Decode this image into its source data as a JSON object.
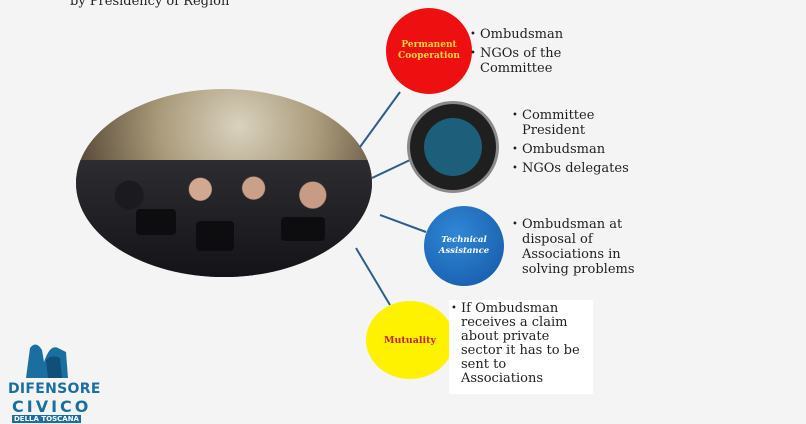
{
  "header": {
    "partial_text": "by Presidency of Region"
  },
  "nodes": [
    {
      "label": "Permanent Cooperation",
      "items": [
        "Ombudsman",
        "NGOs of the Committee"
      ]
    },
    {
      "label": "",
      "icon": "round-table-meeting-icon",
      "items": [
        "Committee President",
        "Ombudsman",
        "NGOs delegates"
      ]
    },
    {
      "label": "Technical Assistance",
      "items": [
        "Ombudsman at disposal of Associations in solving problems"
      ]
    },
    {
      "label": "Mutuality",
      "items": [
        "If Ombudsman receives a claim about private sector it has to be sent to Associations"
      ]
    }
  ],
  "logo": {
    "line1": "DIFENSORE",
    "line2": "CIVICO",
    "line3": "DELLA TOSCANA"
  },
  "colors": {
    "red": "#ee1010",
    "blue": "#1556a5",
    "yellow": "#fff200",
    "connector": "#2e5d8a"
  }
}
